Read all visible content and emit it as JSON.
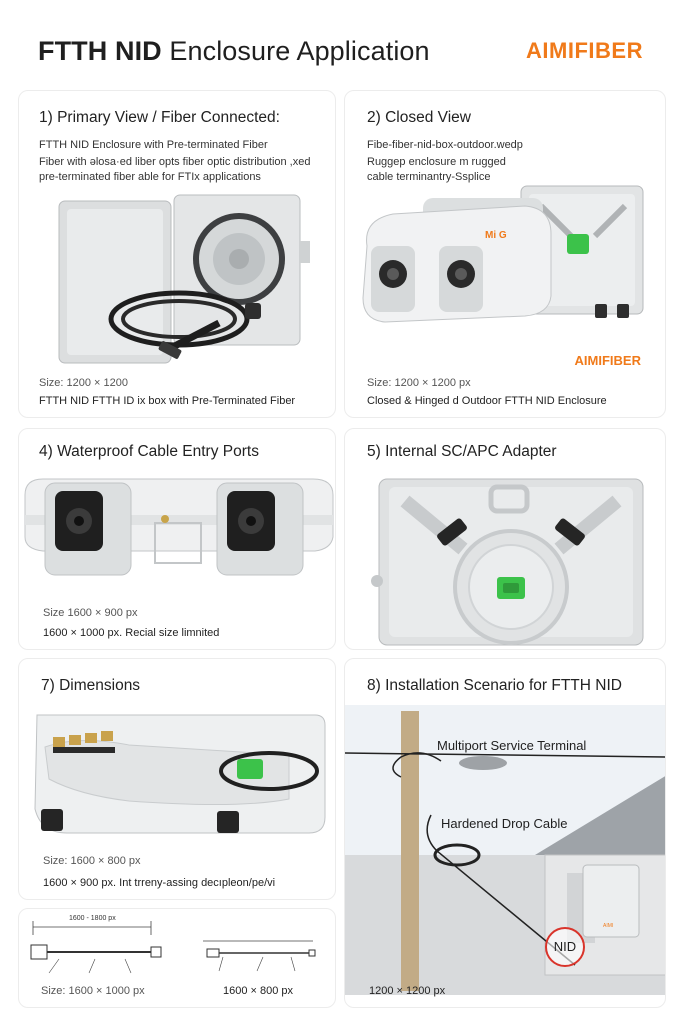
{
  "header": {
    "title_bold": "FTTH NID",
    "title_rest": " Enclosure Application",
    "brand": "AIMIFIBER"
  },
  "cards": {
    "primary": {
      "title": "1) Primary View / Fiber Connected:",
      "line1": "FTTH NID Enclosure with Pre-terminated Fiber",
      "line2": "Fiber with ǝlosa·ed liber opts fiber optic distribution ,xed",
      "line3": "pre-terminated fiber able for FTIx applications",
      "size": "Size: 1200 × 1200",
      "caption": "FTTH NID FTTH ID ix box with Pre-Terminated Fiber"
    },
    "closed": {
      "title": "2) Closed View",
      "line1": "Fibe-fiber-nid-box-outdoor.wedp",
      "line2": "Ruggep enclosure  m rugged",
      "line3": "cable terminantry-Ssplice",
      "brand": "AIMIFIBER",
      "size": "Size: 1200 × 1200 px",
      "caption": "Closed & Hinged  d Outdoor FTTH NID Enclosure"
    },
    "ports": {
      "title": "4) Waterproof Cable Entry Ports",
      "size": "Size  1600 × 900 px",
      "caption": "1600 × 1000 px.  Recial size limnited"
    },
    "adapter": {
      "title": "5) Internal SC/APC Adapter"
    },
    "dimensions": {
      "title": "7) Dimensions",
      "size": "Size: 1600 × 800 px",
      "caption": "1600 × 900 px.  Int trreny-assing decıpleon/pe/vi"
    },
    "install": {
      "title": "8) Installation Scenario for FTTH NID",
      "label_terminal": "Multiport Service Terminal",
      "label_drop": "Hardened Drop Cable",
      "label_nid": "NID",
      "size": "1200 × 1200 px"
    },
    "drawings": {
      "dim1": "1600 - 1800 px",
      "size1": "Size:  1600 × 1000 px",
      "size2": "1600 × 800 px"
    }
  },
  "colors": {
    "brand": "#f07a1a",
    "adapter_green": "#3cc24a",
    "nid_circle": "#d9342b"
  }
}
